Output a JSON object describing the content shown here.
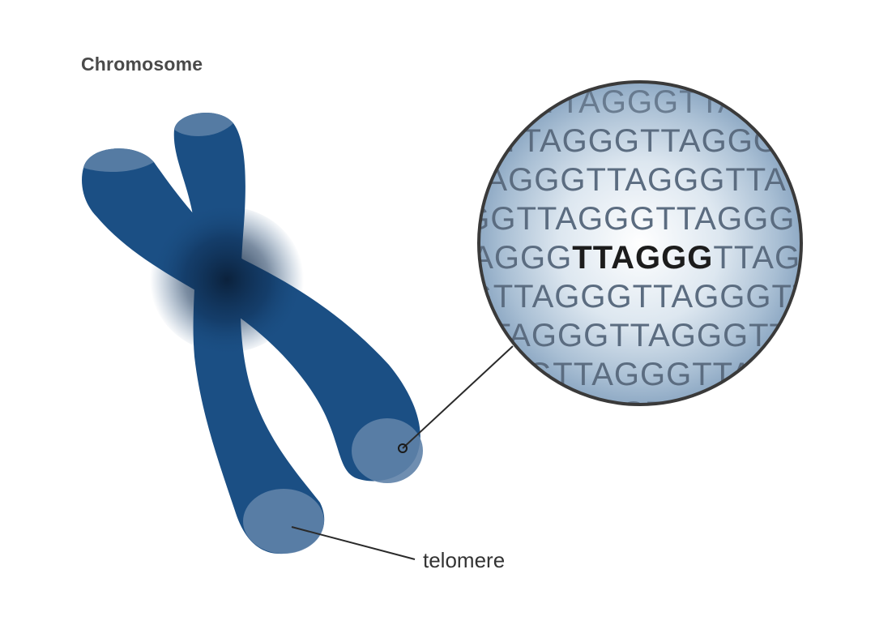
{
  "diagram": {
    "title": "Chromosome",
    "telomere_label": "telomere",
    "magnified_sequence_rows": [
      "TTAGGGTTA",
      "TTAGGGTTAGGG",
      "TAGGGTTAGGGTTAG",
      "GGTTAGGGTTAGGGT",
      {
        "pre": "TAGGG",
        "bold": "TTAGGG",
        "post": "TTAGG"
      },
      "GTTAGGGTTAGGGTT",
      "TTAGGGTTAGGGTTA",
      "GGTTAGGGTTAG",
      "AGGGTTAG"
    ],
    "highlighted_repeat": "TTAGGG",
    "colors": {
      "chromosome": "#1b4f84",
      "chromosome_dark": "#0c2b4c",
      "telomere_cap": "#5f82a8",
      "magnifier_fill_center": "#ffffff",
      "magnifier_fill_edge": "#8ea9c4",
      "magnifier_border": "#3a3a3a",
      "sequence_text": "#5b6c80",
      "highlight_text": "#1c1c1c",
      "title_text": "#4a4a4a",
      "label_text": "#333333"
    }
  }
}
